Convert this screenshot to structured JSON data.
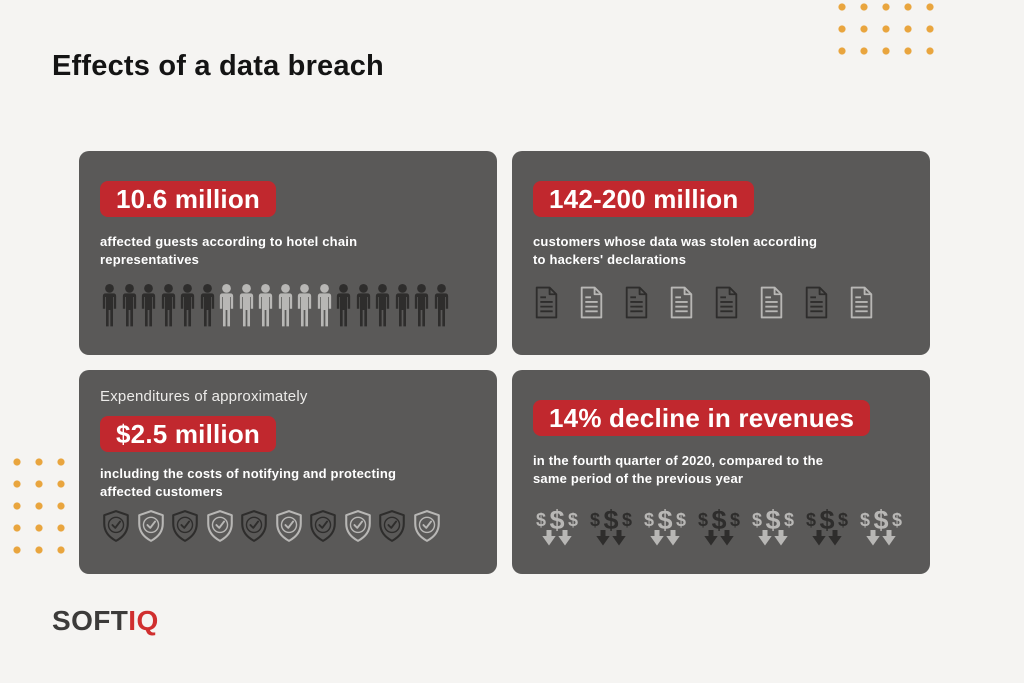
{
  "page": {
    "title": "Effects of a data breach"
  },
  "logo": {
    "primary": "SOFT",
    "accent": "IQ"
  },
  "colors": {
    "background": "#f5f4f2",
    "card_background": "#5a5958",
    "badge_red": "#c1282e",
    "title_text": "#141414",
    "card_text": "#ffffff",
    "pre_text": "#ecebe9",
    "dot_orange": "#e9a53e",
    "icon_dark": "#2e2d2c",
    "icon_light": "#b8b7b5",
    "logo_dark": "#3c3b3a",
    "logo_red": "#d02f2f"
  },
  "cards": [
    {
      "stat": "10.6 million",
      "description": "affected guests according to hotel chain\nrepresentatives",
      "icons": {
        "type": "person",
        "count": 18,
        "pattern": [
          "dark",
          "dark",
          "dark",
          "dark",
          "dark",
          "dark",
          "light",
          "light",
          "light",
          "light",
          "light",
          "light",
          "dark",
          "dark",
          "dark",
          "dark",
          "dark",
          "dark"
        ]
      }
    },
    {
      "stat": "142-200 million",
      "description": "customers whose data was stolen according\nto hackers' declarations",
      "icons": {
        "type": "document",
        "count": 8,
        "pattern": [
          "dark",
          "light",
          "dark",
          "light",
          "dark",
          "light",
          "dark",
          "light"
        ]
      }
    },
    {
      "pre_text": "Expenditures of approximately",
      "stat": "$2.5 million",
      "description": "including the costs of notifying and protecting\naffected customers",
      "icons": {
        "type": "shield-check",
        "count": 10,
        "pattern": [
          "dark",
          "light",
          "dark",
          "light",
          "dark",
          "light",
          "dark",
          "light",
          "dark",
          "light"
        ]
      }
    },
    {
      "stat": "14% decline in revenues",
      "description": "in the fourth quarter of 2020, compared to the\nsame period of the previous year",
      "icons": {
        "type": "revenue-drop",
        "count": 7,
        "pattern": [
          "light",
          "dark",
          "light",
          "dark",
          "light",
          "dark",
          "light"
        ]
      }
    }
  ]
}
